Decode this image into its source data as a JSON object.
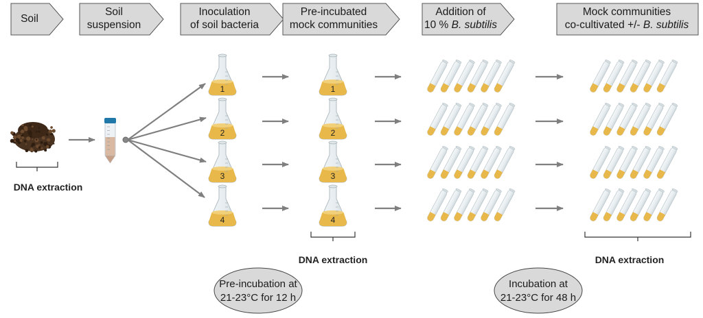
{
  "steps": [
    {
      "id": "soil",
      "lines": [
        "Soil"
      ]
    },
    {
      "id": "soil-suspension",
      "lines": [
        "Soil",
        "suspension"
      ]
    },
    {
      "id": "inoculation",
      "lines": [
        "Inoculation",
        "of soil bacteria"
      ]
    },
    {
      "id": "pre-incubated",
      "lines": [
        "Pre-incubated",
        "mock communities"
      ]
    },
    {
      "id": "addition",
      "line1": "Addition of",
      "line2_prefix": "10 % ",
      "line2_italic": "B. subtilis"
    },
    {
      "id": "co-cultivated",
      "line1": "Mock communities",
      "line2_prefix": "co-cultivated +/- ",
      "line2_italic": "B. subtilis"
    }
  ],
  "dna_extraction_label": "DNA extraction",
  "flask_numbers": [
    "1",
    "2",
    "3",
    "4"
  ],
  "tubes_per_row": 6,
  "incubation": {
    "pre": {
      "line1": "Pre-incubation at",
      "line2": "21-23°C for 12 h"
    },
    "main": {
      "line1": "Incubation at",
      "line2": "21-23°C for 48 h"
    }
  },
  "colors": {
    "step_fill": "#d9d9d9",
    "step_stroke": "#555555",
    "arrow": "#7f7f7f",
    "medium": "#e8b84a",
    "glass": "#e6ecef",
    "cap": "#1f78a8",
    "soil": "#4a3220",
    "ellipse_fill": "#d9d9d9"
  }
}
